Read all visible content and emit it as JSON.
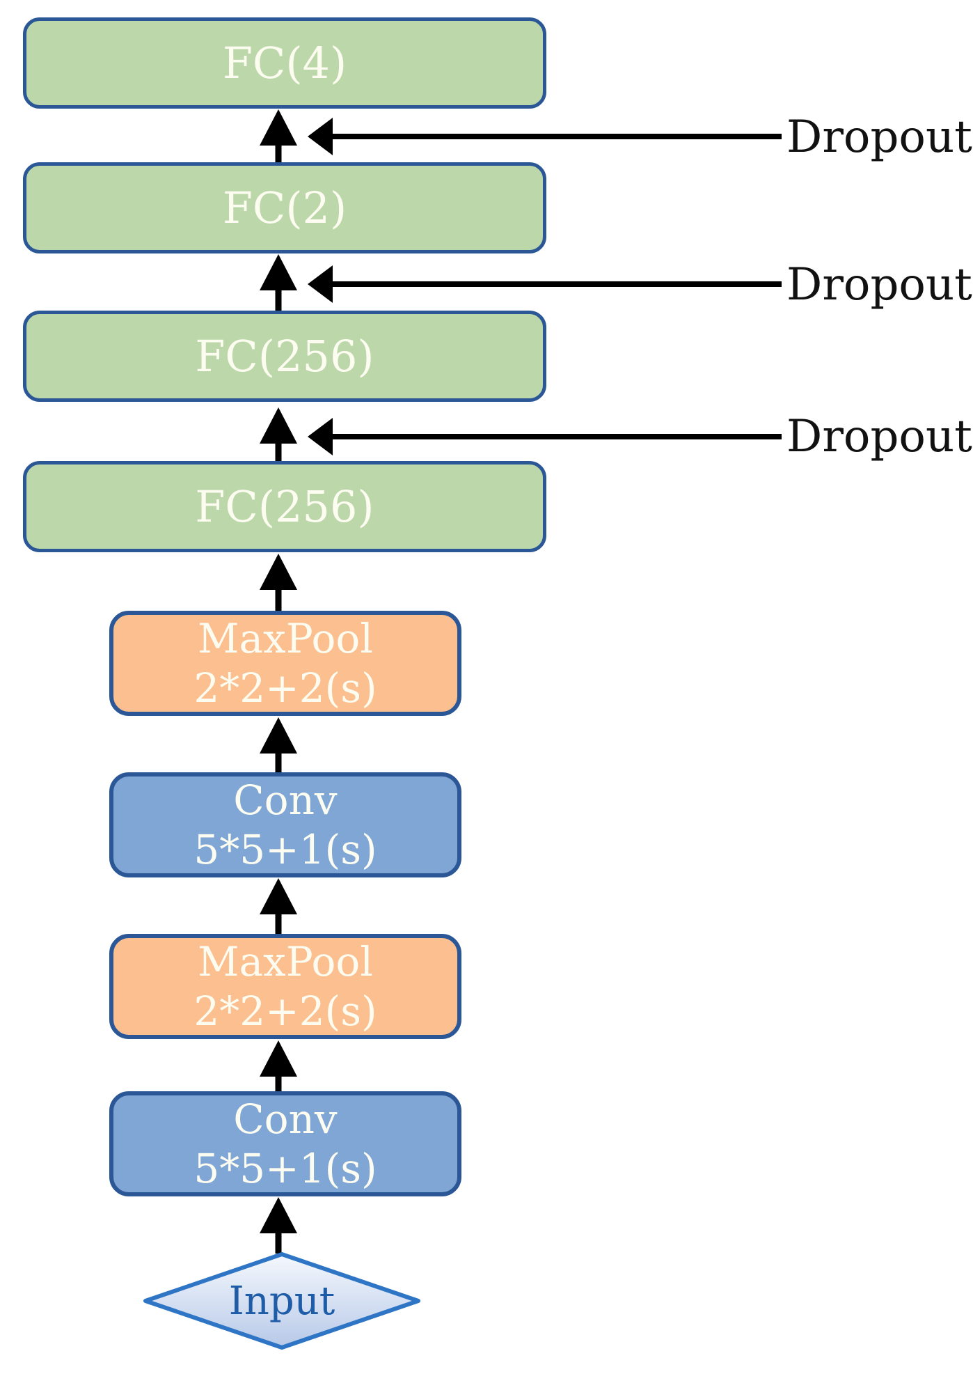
{
  "colors": {
    "fc_fill": "#bcd8ab",
    "pool_fill": "#fbbf90",
    "conv_fill": "#7fa6d5",
    "box_border": "#2b5797",
    "box_text": "#fdfcf0",
    "arrow": "#000000",
    "dropout_text": "#111111",
    "diamond_border": "#2e75c5",
    "diamond_fill_top": "#f5f8fd",
    "diamond_fill_bottom": "#b7c9e8",
    "diamond_text": "#1e5ca8",
    "background": "#ffffff"
  },
  "nodes": {
    "fc4": {
      "label": "FC(4)"
    },
    "fc2": {
      "label": "FC(2)"
    },
    "fc256_upper": {
      "label": "FC(256)"
    },
    "fc256_lower": {
      "label": "FC(256)"
    },
    "maxpool_upper": {
      "line1": "MaxPool",
      "line2": "2*2+2(s)"
    },
    "conv_upper": {
      "line1": "Conv",
      "line2": "5*5+1(s)"
    },
    "maxpool_lower": {
      "line1": "MaxPool",
      "line2": "2*2+2(s)"
    },
    "conv_lower": {
      "line1": "Conv",
      "line2": "5*5+1(s)"
    },
    "input": {
      "label": "Input"
    }
  },
  "annotations": {
    "dropout_1": {
      "label": "Dropout"
    },
    "dropout_2": {
      "label": "Dropout"
    },
    "dropout_3": {
      "label": "Dropout"
    }
  },
  "flow": {
    "order": [
      "Input",
      "Conv 5*5+1(s)",
      "MaxPool 2*2+2(s)",
      "Conv 5*5+1(s)",
      "MaxPool 2*2+2(s)",
      "FC(256)",
      "FC(256)",
      "FC(2)",
      "FC(4)"
    ],
    "dropout_applied_before": [
      "FC(256) upper",
      "FC(2)",
      "FC(4)"
    ]
  }
}
